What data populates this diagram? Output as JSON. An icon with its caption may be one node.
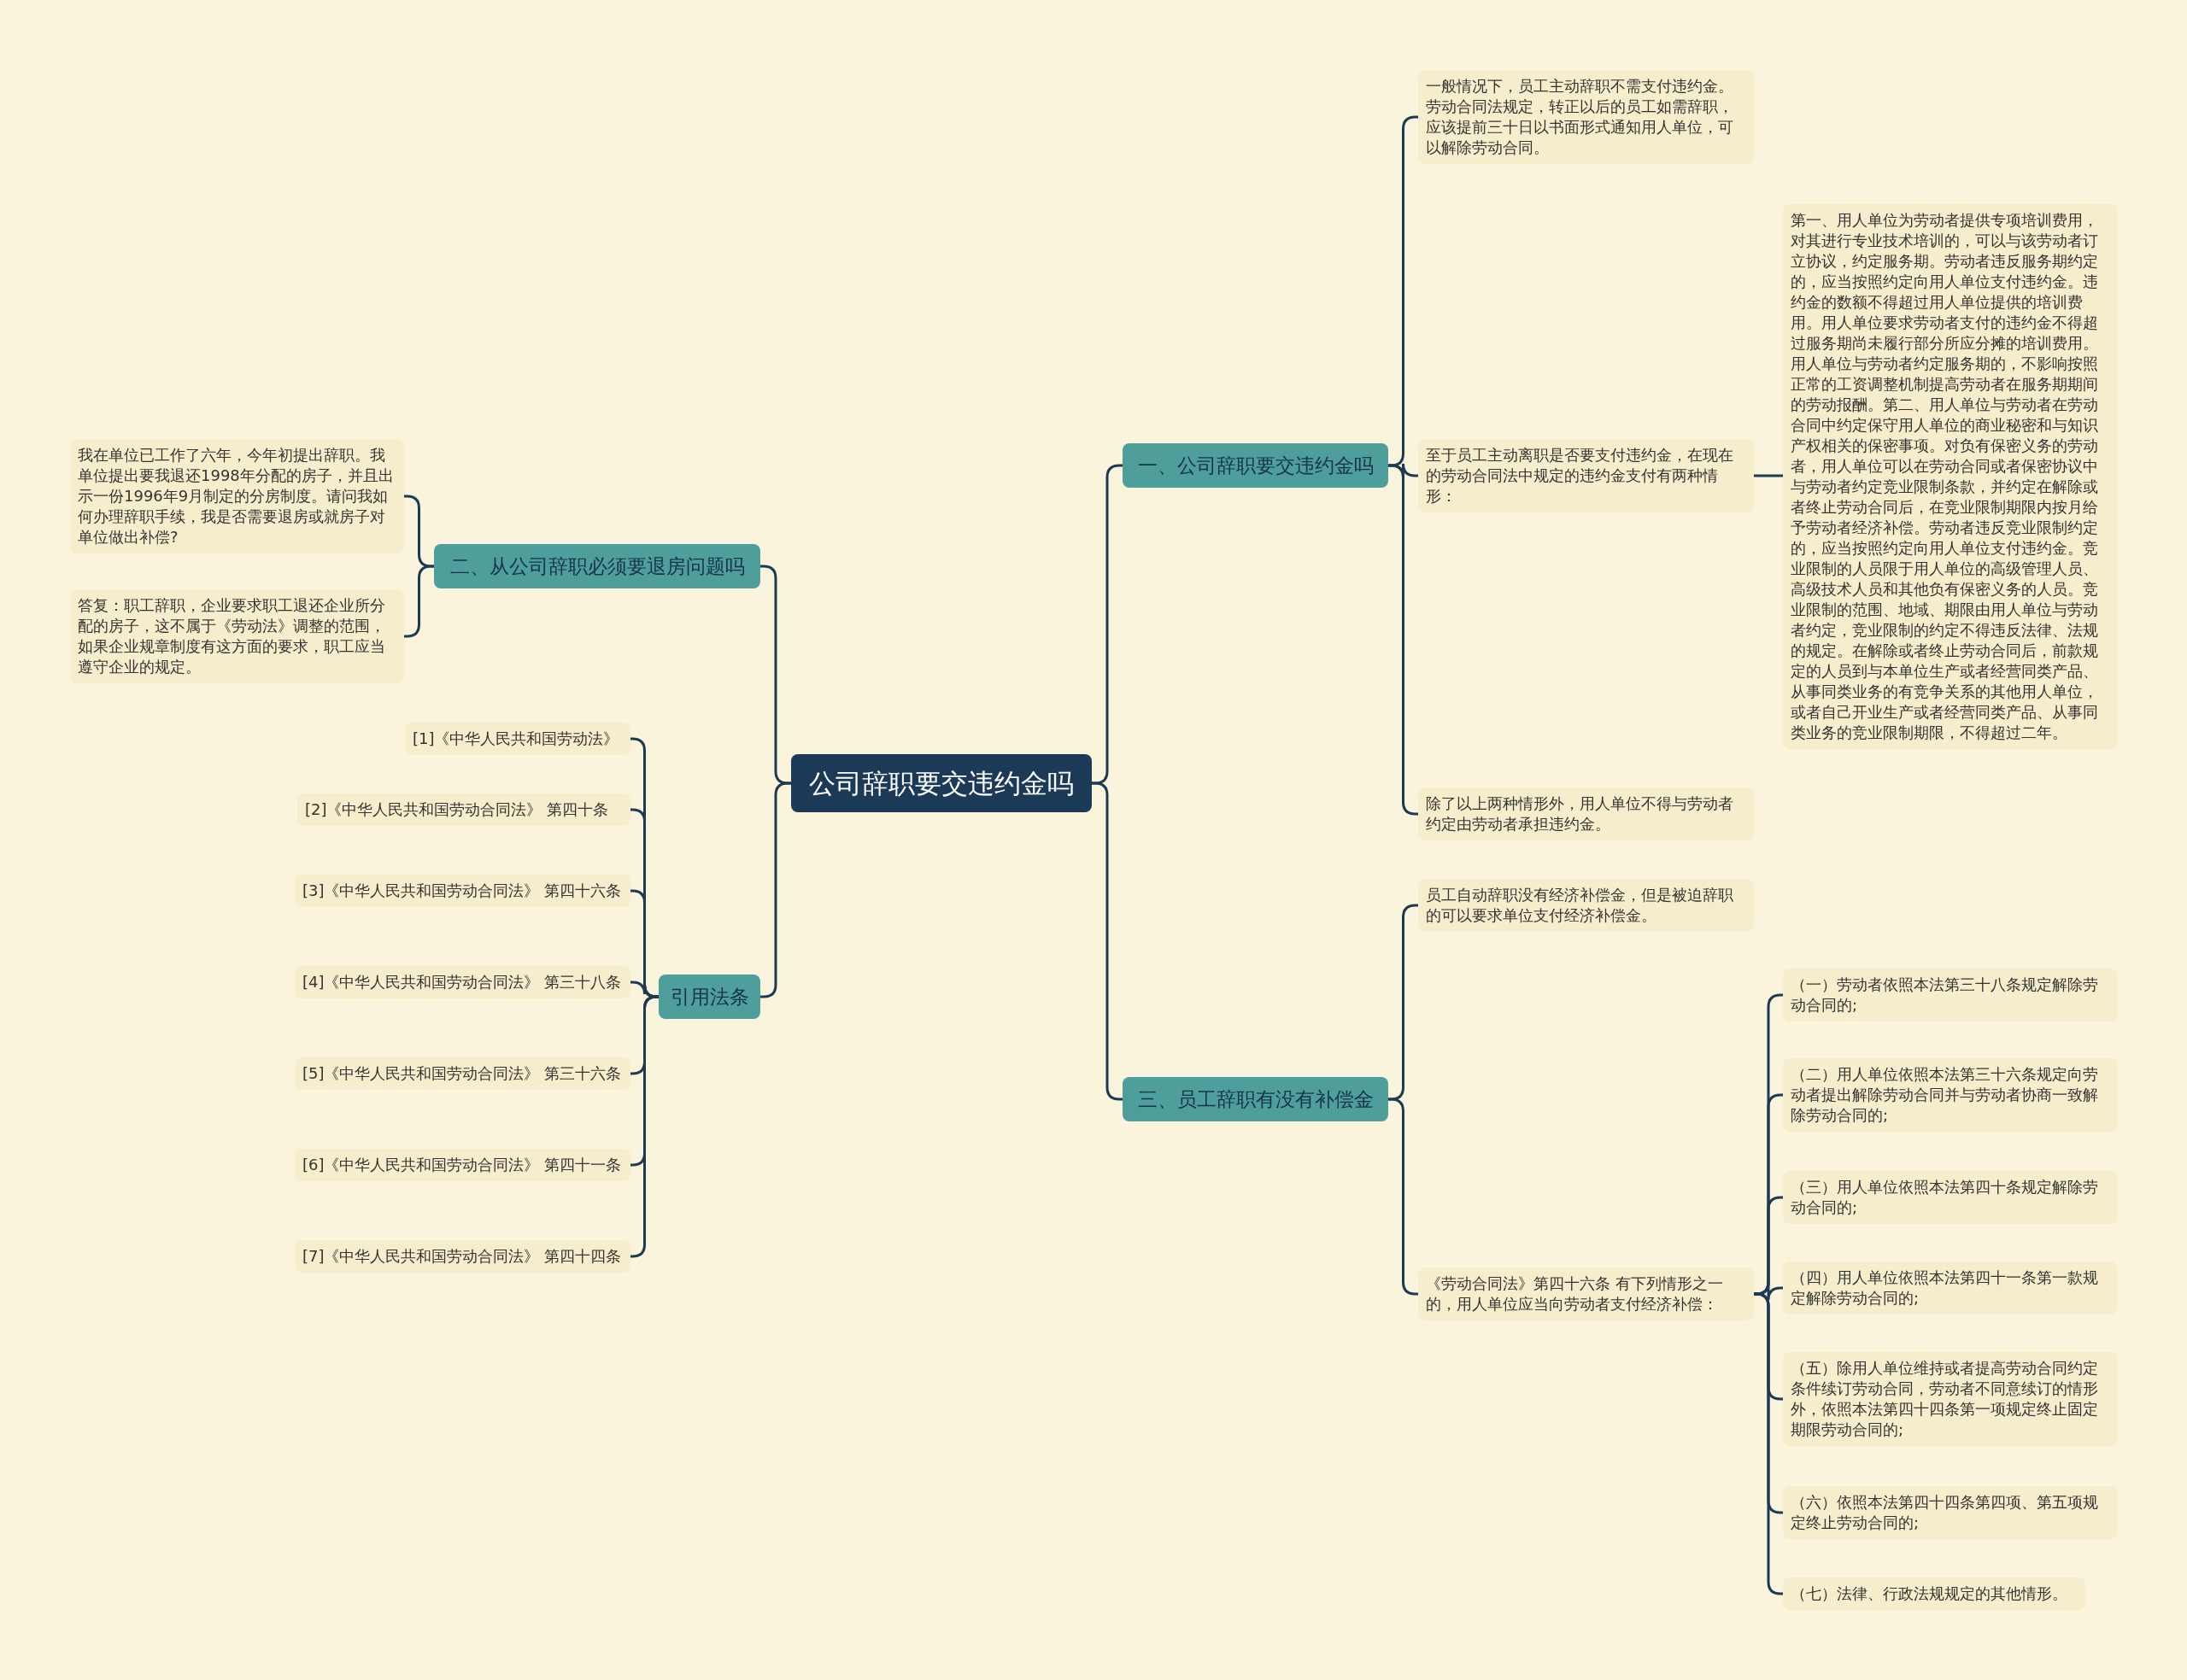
{
  "diagram": {
    "nodes": [
      {
        "text": [
          "公司辞职要交违约金吗"
        ]
      },
      {
        "text": [
          "一、公司辞职要交违约金吗"
        ]
      },
      {
        "text": [
          "一般情况下，员工主动辞职不需支付违约金。劳动合同法规定，转正以后的员工如需辞职，应该提前三十日以书面形式通知用人单位，可以解除劳动合同。"
        ]
      },
      {
        "text": [
          "至于员工主动离职是否要支付违约金，在现在的劳动合同法中规定的违约金支付有两种情形："
        ]
      },
      {
        "text": [
          "第一、用人单位为劳动者提供专项培训费用，对其进行专业技术培训的，可以与该劳动者订立协议，约定服务期。劳动者违反服务期约定的，应当按照约定向用人单位支付违约金。违约金的数额不得超过用人单位提供的培训费用。用人单位要求劳动者支付的违约金不得超过服务期尚未履行部分所应分摊的培训费用。用人单位与劳动者约定服务期的，不影响按照正常的工资调整机制提高劳动者在服务期期间的劳动报酬。第二、用人单位与劳动者在劳动合同中约定保守用人单位的商业秘密和与知识产权相关的保密事项。对负有保密义务的劳动者，用人单位可以在劳动合同或者保密协议中与劳动者约定竞业限制条款，并约定在解除或者终止劳动合同后，在竞业限制期限内按月给予劳动者经济补偿。劳动者违反竞业限制约定的，应当按照约定向用人单位支付违约金。竞业限制的人员限于用人单位的高级管理人员、高级技术人员和其他负有保密义务的人员。竞业限制的范围、地域、期限由用人单位与劳动者约定，竞业限制的约定不得违反法律、法规的规定。在解除或者终止劳动合同后，前款规定的人员到与本单位生产或者经营同类产品、从事同类业务的有竞争关系的其他用人单位，或者自己开业生产或者经营同类产品、从事同类业务的竞业限制期限，不得超过二年。"
        ]
      },
      {
        "text": [
          "除了以上两种情形外，用人单位不得与劳动者约定由劳动者承担违约金。"
        ]
      },
      {
        "text": [
          "三、员工辞职有没有补偿金"
        ]
      },
      {
        "text": [
          "员工自动辞职没有经济补偿金，但是被迫辞职的可以要求单位支付经济补偿金。"
        ]
      },
      {
        "text": [
          "《劳动合同法》第四十六条 有下列情形之一的，用人单位应当向劳动者支付经济补偿："
        ]
      },
      {
        "text": [
          "（一）劳动者依照本法第三十八条规定解除劳动合同的;"
        ]
      },
      {
        "text": [
          "（二）用人单位依照本法第三十六条规定向劳动者提出解除劳动合同并与劳动者协商一致解除劳动合同的;"
        ]
      },
      {
        "text": [
          "（三）用人单位依照本法第四十条规定解除劳动合同的;"
        ]
      },
      {
        "text": [
          "（四）用人单位依照本法第四十一条第一款规定解除劳动合同的;"
        ]
      },
      {
        "text": [
          "（五）除用人单位维持或者提高劳动合同约定条件续订劳动合同，劳动者不同意续订的情形外，依照本法第四十四条第一项规定终止固定期限劳动合同的;"
        ]
      },
      {
        "text": [
          "（六）依照本法第四十四条第四项、第五项规定终止劳动合同的;"
        ]
      },
      {
        "text": [
          "（七）法律、行政法规规定的其他情形。"
        ]
      },
      {
        "text": [
          "二、从公司辞职必须要退房问题吗"
        ]
      },
      {
        "text": [
          "我在单位已工作了六年，今年初提出辞职。我单位提出要我退还1998年分配的房子，并且出示一份1996年9月制定的分房制度。请问我如何办理辞职手续，我是否需要退房或就房子对单位做出补偿?"
        ]
      },
      {
        "text": [
          "答复：职工辞职，企业要求职工退还企业所分配的房子，这不属于《劳动法》调整的范围，如果企业规章制度有这方面的要求，职工应当遵守企业的规定。"
        ]
      },
      {
        "text": [
          "引用法条"
        ]
      },
      {
        "text": [
          "[1]《中华人民共和国劳动法》"
        ]
      },
      {
        "text": [
          "[2]《中华人民共和国劳动合同法》 第四十条"
        ]
      },
      {
        "text": [
          "[3]《中华人民共和国劳动合同法》 第四十六条"
        ]
      },
      {
        "text": [
          "[4]《中华人民共和国劳动合同法》 第三十八条"
        ]
      },
      {
        "text": [
          "[5]《中华人民共和国劳动合同法》 第三十六条"
        ]
      },
      {
        "text": [
          "[6]《中华人民共和国劳动合同法》 第四十一条"
        ]
      },
      {
        "text": [
          "[7]《中华人民共和国劳动合同法》 第四十四条"
        ]
      }
    ],
    "edges": [
      {
        "from": 0,
        "to": 1,
        "arrow": "none"
      },
      {
        "from": 0,
        "to": 6,
        "arrow": "none"
      },
      {
        "from": 0,
        "to": 16,
        "arrow": "none"
      },
      {
        "from": 0,
        "to": 19,
        "arrow": "none"
      },
      {
        "from": 1,
        "to": 2,
        "arrow": "none"
      },
      {
        "from": 1,
        "to": 3,
        "arrow": "none"
      },
      {
        "from": 1,
        "to": 5,
        "arrow": "none"
      },
      {
        "from": 3,
        "to": 4,
        "arrow": "none"
      },
      {
        "from": 6,
        "to": 7,
        "arrow": "none"
      },
      {
        "from": 6,
        "to": 8,
        "arrow": "none"
      },
      {
        "from": 8,
        "to": 9,
        "arrow": "none"
      },
      {
        "from": 8,
        "to": 10,
        "arrow": "none"
      },
      {
        "from": 8,
        "to": 11,
        "arrow": "none"
      },
      {
        "from": 8,
        "to": 12,
        "arrow": "none"
      },
      {
        "from": 8,
        "to": 13,
        "arrow": "none"
      },
      {
        "from": 8,
        "to": 14,
        "arrow": "none"
      },
      {
        "from": 8,
        "to": 15,
        "arrow": "none"
      },
      {
        "from": 16,
        "to": 17,
        "arrow": "none"
      },
      {
        "from": 16,
        "to": 18,
        "arrow": "none"
      },
      {
        "from": 19,
        "to": 20,
        "arrow": "none"
      },
      {
        "from": 19,
        "to": 21,
        "arrow": "none"
      },
      {
        "from": 19,
        "to": 22,
        "arrow": "none"
      },
      {
        "from": 19,
        "to": 23,
        "arrow": "none"
      },
      {
        "from": 19,
        "to": 24,
        "arrow": "none"
      },
      {
        "from": 19,
        "to": 25,
        "arrow": "none"
      },
      {
        "from": 19,
        "to": 26,
        "arrow": "none"
      }
    ]
  }
}
